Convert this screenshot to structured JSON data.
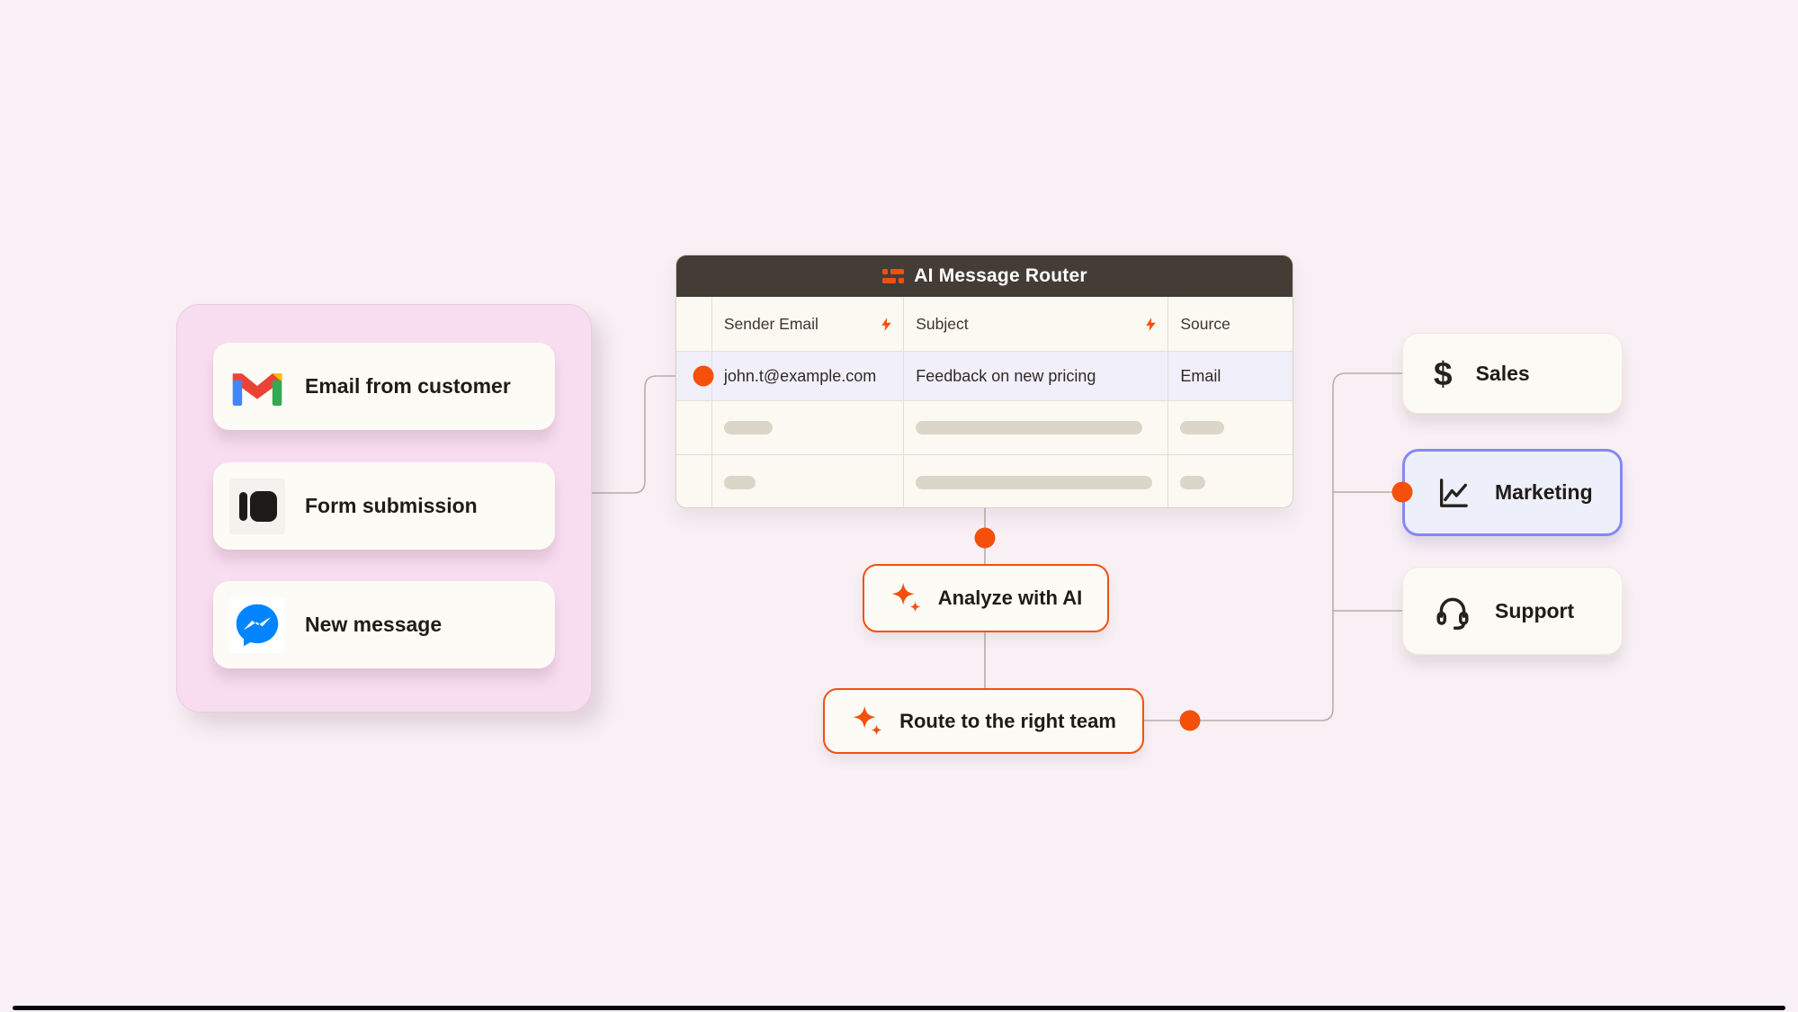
{
  "page": {
    "background_color": "#f8f0f5",
    "accent_color": "#f4500c",
    "header_color": "#453c36",
    "highlight_border_color": "#8589f1",
    "wire_color": "#b6afa8"
  },
  "sources_panel": {
    "items": [
      {
        "label": "Email from customer",
        "icon": "gmail-icon"
      },
      {
        "label": "Form submission",
        "icon": "form-icon"
      },
      {
        "label": "New message",
        "icon": "messenger-icon"
      }
    ]
  },
  "router_table": {
    "title": "AI Message Router",
    "title_icon": "tables-icon",
    "columns": [
      {
        "label": "Sender Email",
        "ai_field": true
      },
      {
        "label": "Subject",
        "ai_field": true
      },
      {
        "label": "Source",
        "ai_field": false
      }
    ],
    "rows": [
      {
        "sender_email": "john.t@example.com",
        "subject": "Feedback on new pricing",
        "source": "Email"
      }
    ],
    "skeleton_rows": 2
  },
  "steps": {
    "analyze": {
      "label": "Analyze with AI",
      "icon": "ai-sparkle-icon"
    },
    "route": {
      "label": "Route to the right team",
      "icon": "ai-sparkle-icon"
    }
  },
  "teams": [
    {
      "label": "Sales",
      "icon": "dollar-icon",
      "highlighted": false
    },
    {
      "label": "Marketing",
      "icon": "line-chart-icon",
      "highlighted": true
    },
    {
      "label": "Support",
      "icon": "headset-icon",
      "highlighted": false
    }
  ]
}
